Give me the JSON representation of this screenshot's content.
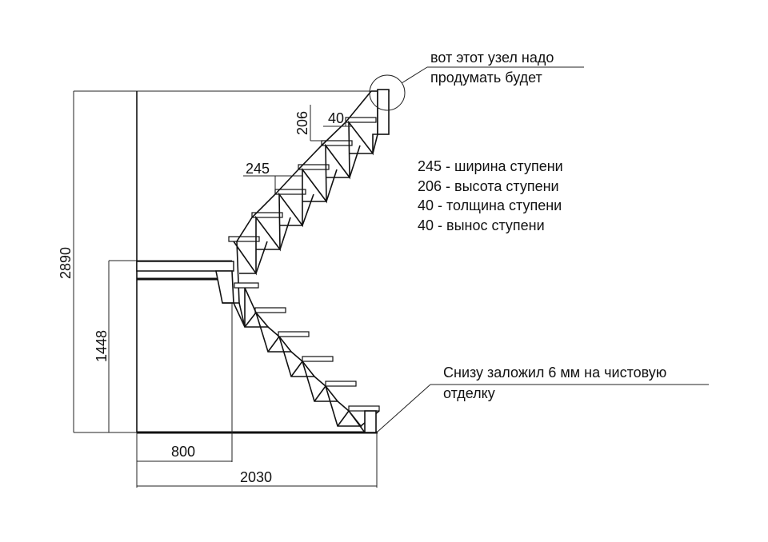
{
  "dimensions": {
    "total_height": "2890",
    "landing_height": "1448",
    "landing_width": "800",
    "total_length": "2030",
    "step_rise": "206",
    "step_going": "245",
    "step_nosing": "40"
  },
  "legend": [
    "245 - ширина ступени",
    "206 - высота ступени",
    "40 - толщина ступени",
    "40 - вынос ступени"
  ],
  "callouts": {
    "top_line1": "вот этот узел надо",
    "top_line2": "продумать будет",
    "bottom_line1": "Снизу заложил 6 мм на чистовую",
    "bottom_line2": "отделку"
  }
}
